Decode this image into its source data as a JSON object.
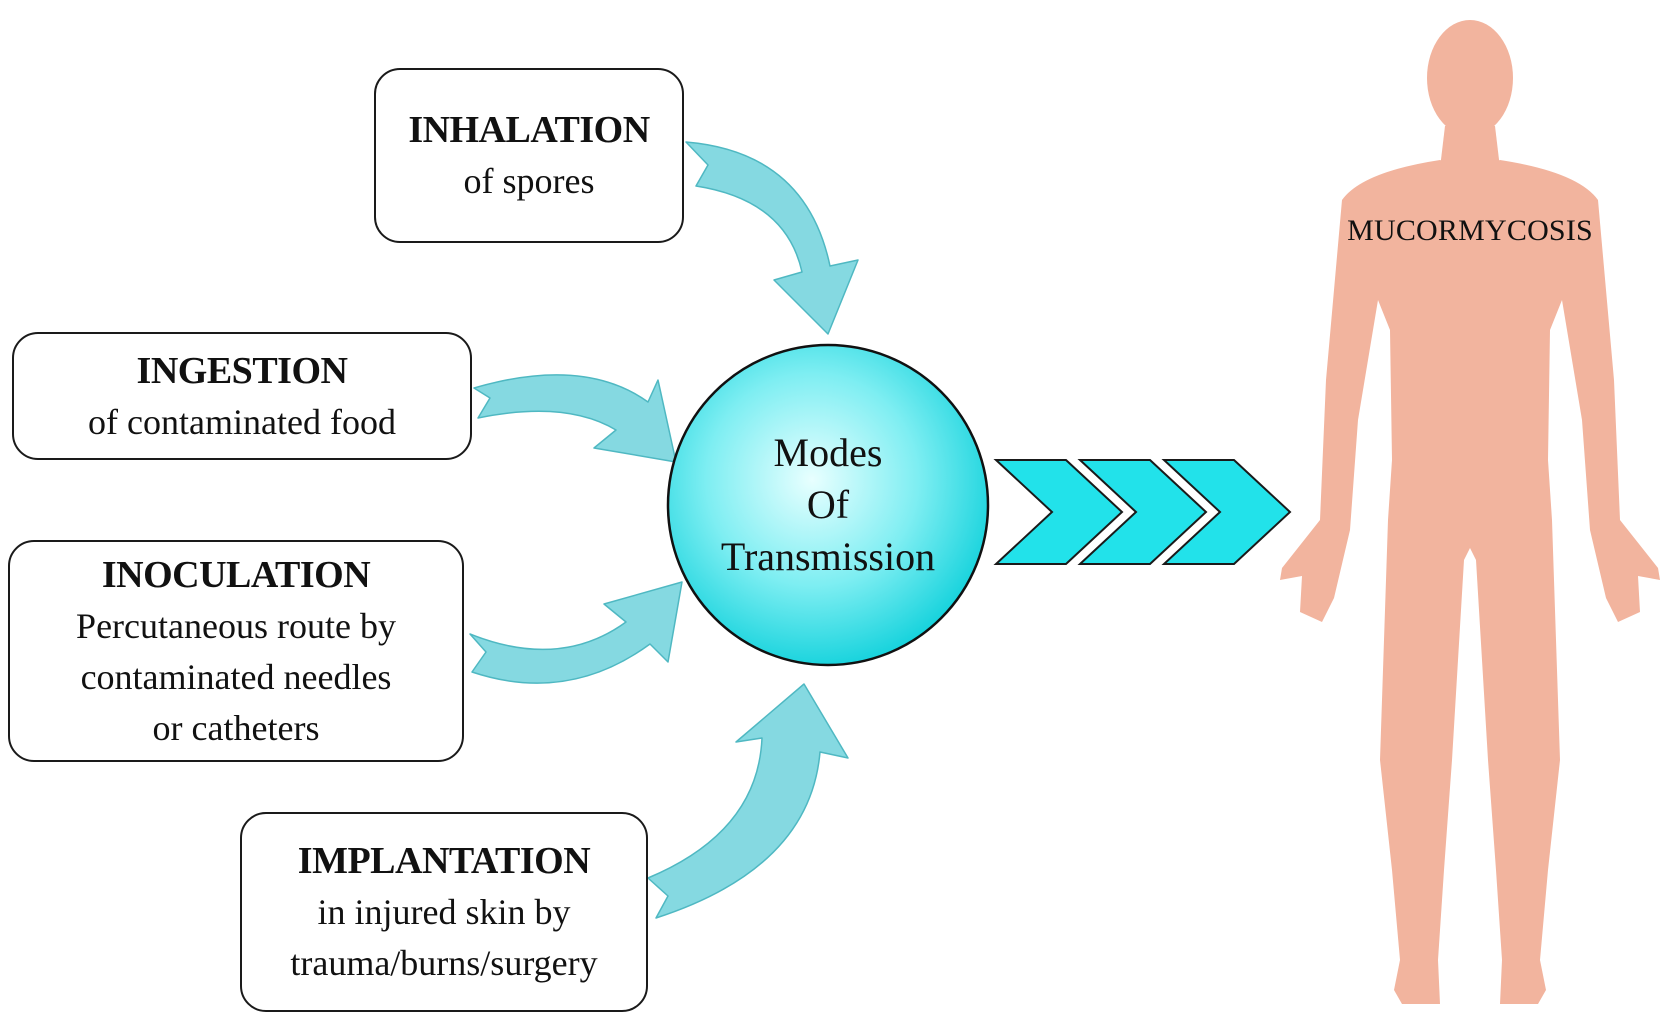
{
  "diagram": {
    "center": {
      "lines": [
        "Modes",
        "Of",
        "Transmission"
      ]
    },
    "outcome": {
      "label": "MUCORMYCOSIS"
    },
    "modes": [
      {
        "title": "INHALATION",
        "lines": [
          "of spores"
        ]
      },
      {
        "title": "INGESTION",
        "lines": [
          "of contaminated food"
        ]
      },
      {
        "title": "INOCULATION",
        "lines": [
          "Percutaneous route by",
          "contaminated needles",
          "or catheters"
        ]
      },
      {
        "title": "IMPLANTATION",
        "lines": [
          "in injured skin by",
          "trauma/burns/surgery"
        ]
      }
    ],
    "colors": {
      "arrow": "#85D9E1",
      "arrow_edge": "#4FB8C2",
      "circle_center": "#E8FFFF",
      "circle_edge": "#14D2DC",
      "chevron": "#2CE0E8",
      "body": "#F2B49E"
    }
  }
}
